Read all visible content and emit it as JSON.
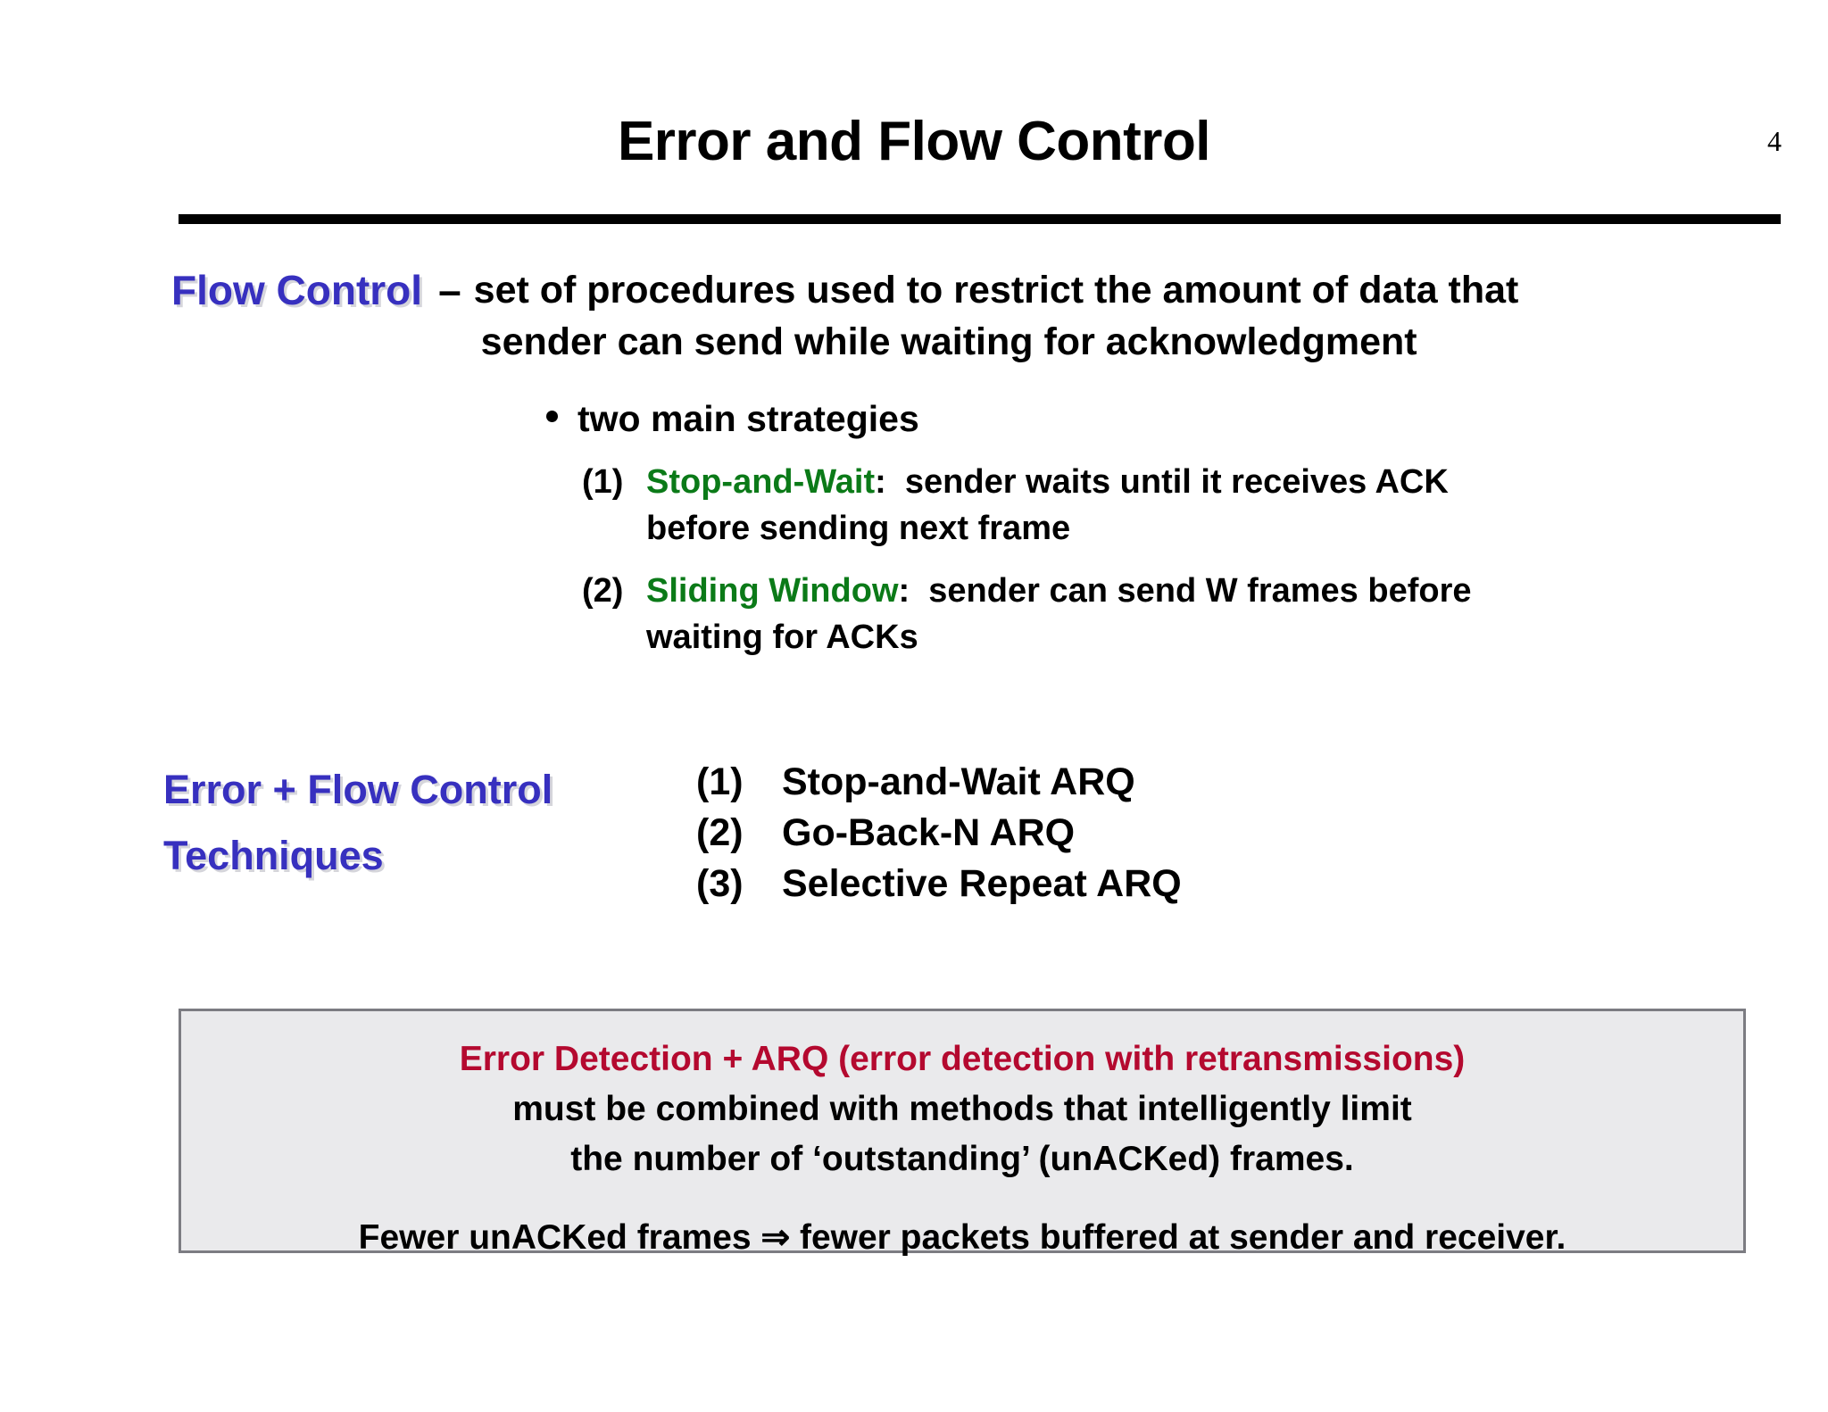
{
  "slide": {
    "title": "Error and Flow Control",
    "page_number": "4",
    "accent_blue": "#3730bf",
    "accent_green": "#0b7a18",
    "accent_red": "#b4092f",
    "box_fill": "#eaeaec",
    "box_border": "#7c7c82",
    "rule_color": "#000000"
  },
  "flow_control": {
    "label": "Flow Control",
    "dash": "–",
    "description_line1": "set of procedures used to restrict the amount of data that",
    "description_line2": "sender can send while waiting for acknowledgment",
    "bullet": "two main strategies",
    "strategies": [
      {
        "number": "(1)",
        "term": "Stop-and-Wait",
        "separator": ":",
        "text": "sender waits until it receives ACK",
        "continuation": "before sending next frame"
      },
      {
        "number": "(2)",
        "term": "Sliding Window",
        "separator": ":",
        "text": "sender can send W frames before",
        "continuation": "waiting for ACKs"
      }
    ]
  },
  "techniques": {
    "label_line1": "Error + Flow Control",
    "label_line2": "Techniques",
    "items": [
      {
        "number": "(1)",
        "label": "Stop-and-Wait ARQ"
      },
      {
        "number": "(2)",
        "label": "Go-Back-N ARQ"
      },
      {
        "number": "(3)",
        "label": "Selective Repeat ARQ"
      }
    ]
  },
  "note_box": {
    "line1": "Error Detection + ARQ (error detection with retransmissions)",
    "line2": "must be combined with methods that intelligently limit",
    "line3": "the number of ‘outstanding’ (unACKed) frames.",
    "line4": "Fewer unACKed frames ⇒  fewer packets buffered at sender and receiver."
  }
}
